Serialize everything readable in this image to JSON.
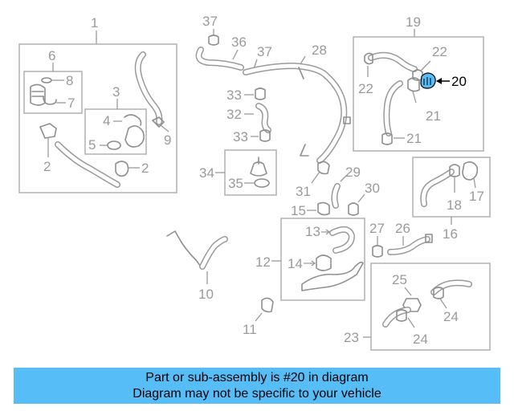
{
  "callouts": {
    "c1": "1",
    "c2a": "2",
    "c2b": "2",
    "c3": "3",
    "c4": "4",
    "c5": "5",
    "c6": "6",
    "c7": "7",
    "c8": "8",
    "c9": "9",
    "c10": "10",
    "c11": "11",
    "c12": "12",
    "c13": "13",
    "c14": "14",
    "c15": "15",
    "c16": "16",
    "c17": "17",
    "c18": "18",
    "c19": "19",
    "c20": "20",
    "c21a": "21",
    "c21b": "21",
    "c22a": "22",
    "c22b": "22",
    "c23": "23",
    "c24a": "24",
    "c24b": "24",
    "c25": "25",
    "c26": "26",
    "c27": "27",
    "c28": "28",
    "c29": "29",
    "c30": "30",
    "c31": "31",
    "c32": "32",
    "c33a": "33",
    "c33b": "33",
    "c34": "34",
    "c35": "35",
    "c36": "36",
    "c37a": "37",
    "c37b": "37"
  },
  "highlight_color": "#56bdf7",
  "banner": {
    "line1": "Part or sub-assembly is #20 in diagram",
    "line2": "Diagram may not be specific to your vehicle",
    "color": "#56bdf7"
  }
}
